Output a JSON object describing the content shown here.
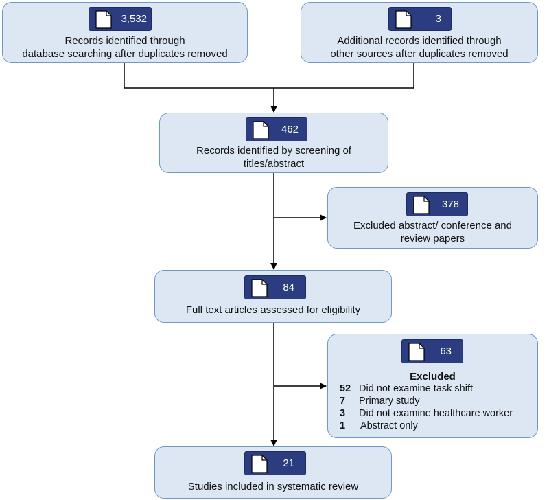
{
  "boxes": {
    "database": {
      "count": "3,532",
      "lines": [
        "Records identified through",
        "database searching after duplicates removed"
      ]
    },
    "other": {
      "count": "3",
      "lines": [
        "Additional records identified through",
        "other sources after duplicates removed"
      ]
    },
    "screening": {
      "count": "462",
      "lines": [
        "Records identified by screening of",
        "titles/abstract"
      ]
    },
    "excluded_abstract": {
      "count": "378",
      "lines": [
        "Excluded abstract/ conference and",
        "review papers"
      ]
    },
    "fulltext": {
      "count": "84",
      "lines": [
        "Full text articles assessed for eligibility"
      ]
    },
    "excluded": {
      "count": "63",
      "title": "Excluded",
      "reasons": [
        {
          "n": "52",
          "text": "Did not examine task shift"
        },
        {
          "n": "7",
          "text": "Primary study"
        },
        {
          "n": "3",
          "text": "Did not examine healthcare worker"
        },
        {
          "n": "1",
          "text": "Abstract only"
        }
      ]
    },
    "included": {
      "count": "21",
      "lines": [
        "Studies included in systematic review"
      ]
    }
  },
  "colors": {
    "box_fill": "#dce7f3",
    "box_border": "#6f98c4",
    "badge_fill": "#2b3d80",
    "line": "#000000"
  },
  "icon": "document-icon"
}
